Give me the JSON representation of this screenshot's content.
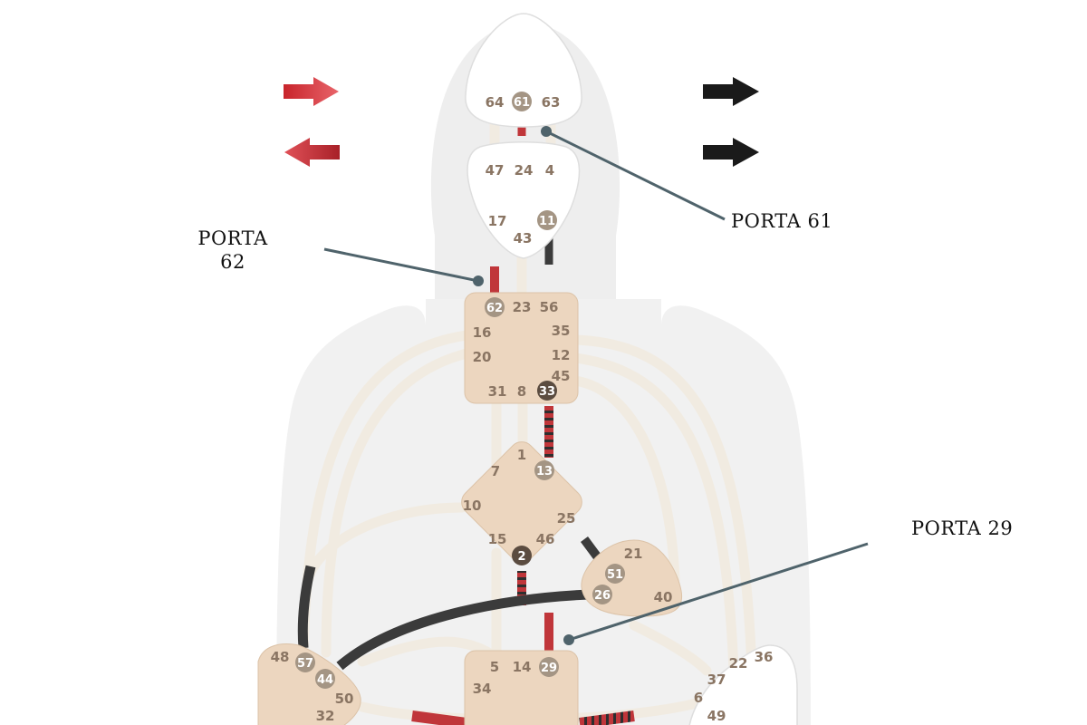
{
  "callouts": {
    "p61": "PORTA 61",
    "p62_line1": "PORTA",
    "p62_line2": "62",
    "p29": "PORTA 29"
  },
  "colors": {
    "center_fill": "#ecd6bf",
    "undefined_center_fill": "#ffffff",
    "channel": "#f1ebe1",
    "active_red": "#c0363a",
    "active_black": "#3b3b3b",
    "gate_text": "#8a7563",
    "arrow_red": "#c8242b",
    "arrow_black": "#1a1a1a",
    "callout_line": "#4f636b"
  },
  "arrows": {
    "left": [
      "red-right-arrow",
      "red-left-arrow"
    ],
    "right": [
      "black-right-arrow",
      "black-right-arrow"
    ]
  },
  "centers": {
    "head": {
      "gates": [
        "64",
        "61",
        "63"
      ]
    },
    "ajna": {
      "gates": [
        "47",
        "24",
        "4",
        "17",
        "11",
        "43"
      ]
    },
    "throat": {
      "gates": [
        "62",
        "23",
        "56",
        "16",
        "35",
        "20",
        "12",
        "45",
        "31",
        "8",
        "33"
      ]
    },
    "g": {
      "gates": [
        "1",
        "7",
        "13",
        "10",
        "25",
        "15",
        "46",
        "2"
      ]
    },
    "heart": {
      "gates": [
        "21",
        "51",
        "26",
        "40"
      ]
    },
    "spleen": {
      "gates": [
        "48",
        "57",
        "44",
        "50",
        "32"
      ]
    },
    "sacral": {
      "gates": [
        "5",
        "14",
        "29",
        "34"
      ]
    },
    "solar_plexus": {
      "gates": [
        "22",
        "36",
        "37",
        "6",
        "49"
      ]
    }
  }
}
